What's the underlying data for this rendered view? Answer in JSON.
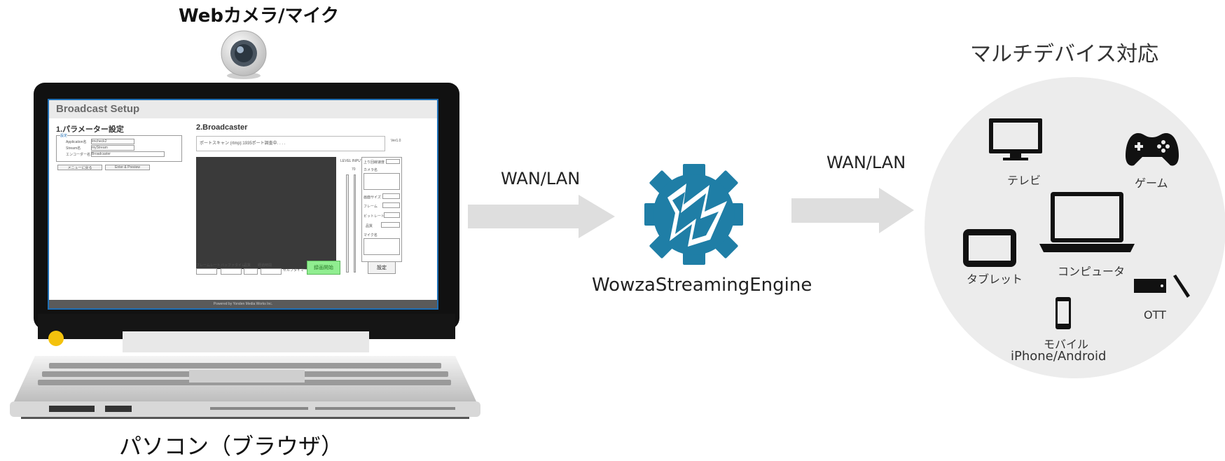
{
  "camera": {
    "label": "Webカメラ/マイク"
  },
  "broadcast_ui": {
    "title": "Broadcast Setup",
    "section1": "1.パラメーター設定",
    "section2": "2.Broadcaster",
    "settings_legend": "設定",
    "fields": [
      {
        "label": "Application名",
        "value": "tmcheck2"
      },
      {
        "label": "Stream名",
        "value": "myStream"
      },
      {
        "label": "エンコーダー名",
        "value": "Broadcaster"
      }
    ],
    "menu_button": "メニューに戻る",
    "enter_button": "Enter & Preview",
    "status_text": "ポートスキャン (rtmp):1935ポート調査中. . . .",
    "version": "Ver1.0",
    "level_input": "LEVEL INPUT",
    "level_value": "70",
    "upload_rate": "上り回線速度",
    "camera_name": "カメラ名",
    "screen_size": "画面サイズ",
    "frame": "フレーム",
    "bitrate": "ビットレート",
    "quality": "品質",
    "mic_name": "マイク名",
    "framerate": "フレームレート",
    "buffer_time": "バッファタイム",
    "quality2": "品質",
    "record_time": "経過時間",
    "self_timer": "セルフタイマー",
    "start_button": "録画開始",
    "settings_button": "設定",
    "footer": "Powered by Yonden Media Works Inc."
  },
  "pc_label": "パソコン（ブラウザ）",
  "arrows": [
    {
      "label": "WAN/LAN"
    },
    {
      "label": "WAN/LAN"
    }
  ],
  "server": {
    "label": "WowzaStreamingEngine"
  },
  "devices_title": "マルチデバイス対応",
  "devices": {
    "tv": "テレビ",
    "game": "ゲーム",
    "computer": "コンピュータ",
    "tablet": "タブレット",
    "ott": "OTT",
    "mobile": "モバイル",
    "mobile_os": "iPhone/Android"
  },
  "colors": {
    "arrow": "#dedede",
    "wowza": "#1f7ea6",
    "circle": "#ececec",
    "ui_border": "#1f6fb5"
  }
}
